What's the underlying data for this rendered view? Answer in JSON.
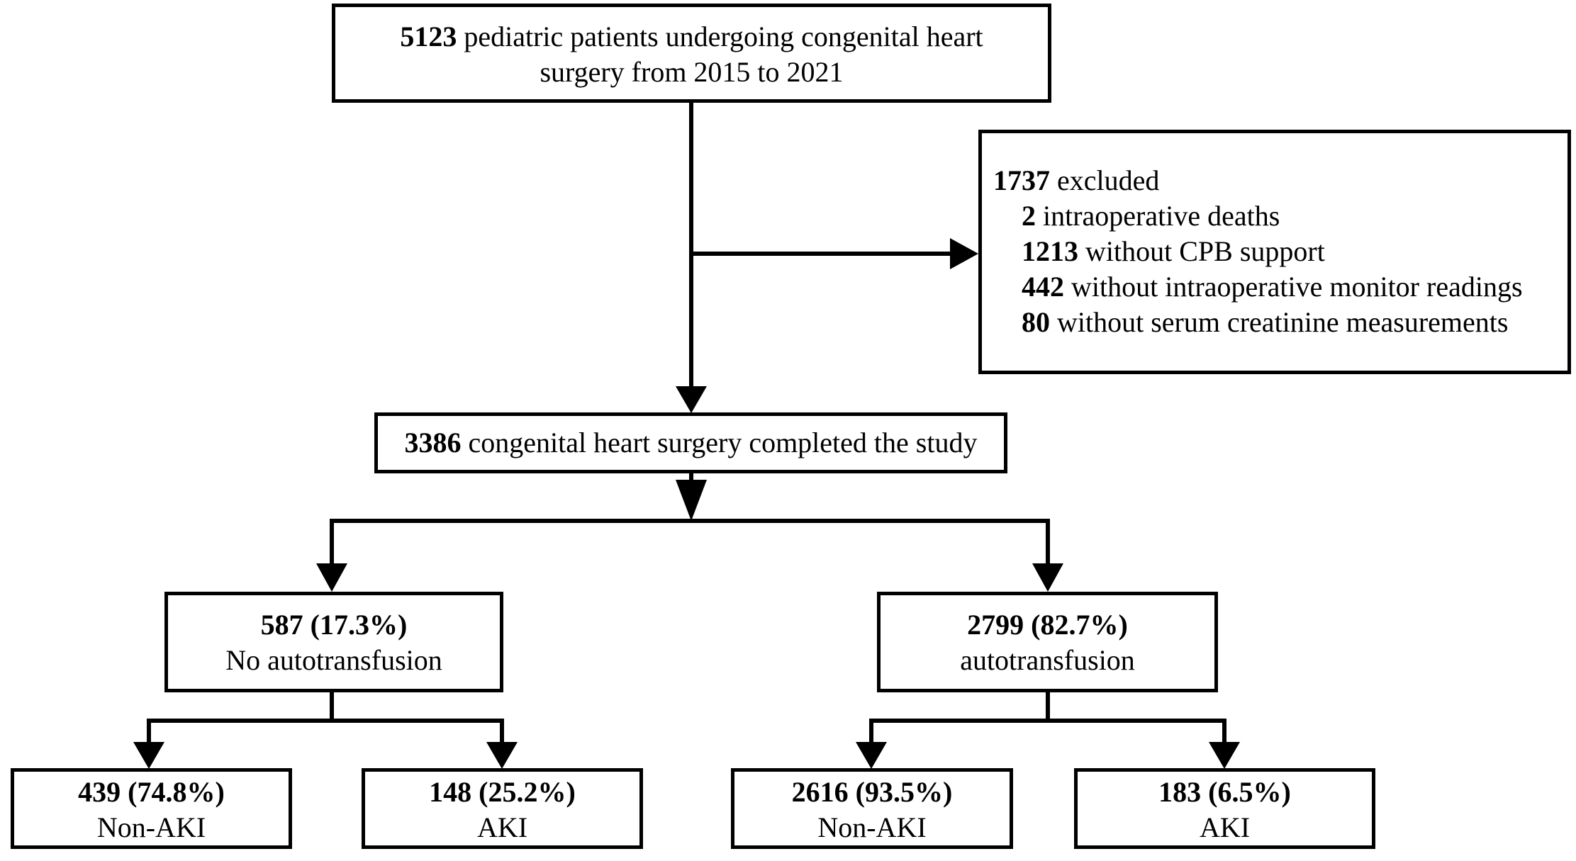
{
  "top": {
    "n": "5123",
    "line1": " pediatric patients undergoing congenital heart",
    "line2": "surgery from 2015 to 2021"
  },
  "excluded": {
    "n": "1737",
    "label": " excluded",
    "items": [
      {
        "n": "2",
        "text": " intraoperative deaths"
      },
      {
        "n": "1213",
        "text": " without CPB support"
      },
      {
        "n": "442",
        "text": " without intraoperative monitor readings"
      },
      {
        "n": "80",
        "text": " without serum creatinine measurements"
      }
    ]
  },
  "completed": {
    "n": "3386",
    "text": " congenital heart surgery completed the study"
  },
  "groups": {
    "no_auto": {
      "count": "587 (17.3%)",
      "label": "No autotransfusion"
    },
    "auto": {
      "count": "2799 (82.7%)",
      "label": "autotransfusion"
    }
  },
  "outcomes": {
    "no_auto_non_aki": {
      "count": "439 (74.8%)",
      "label": "Non-AKI"
    },
    "no_auto_aki": {
      "count": "148 (25.2%)",
      "label": "AKI"
    },
    "auto_non_aki": {
      "count": "2616 (93.5%)",
      "label": "Non-AKI"
    },
    "auto_aki": {
      "count": "183 (6.5%)",
      "label": "AKI"
    }
  }
}
